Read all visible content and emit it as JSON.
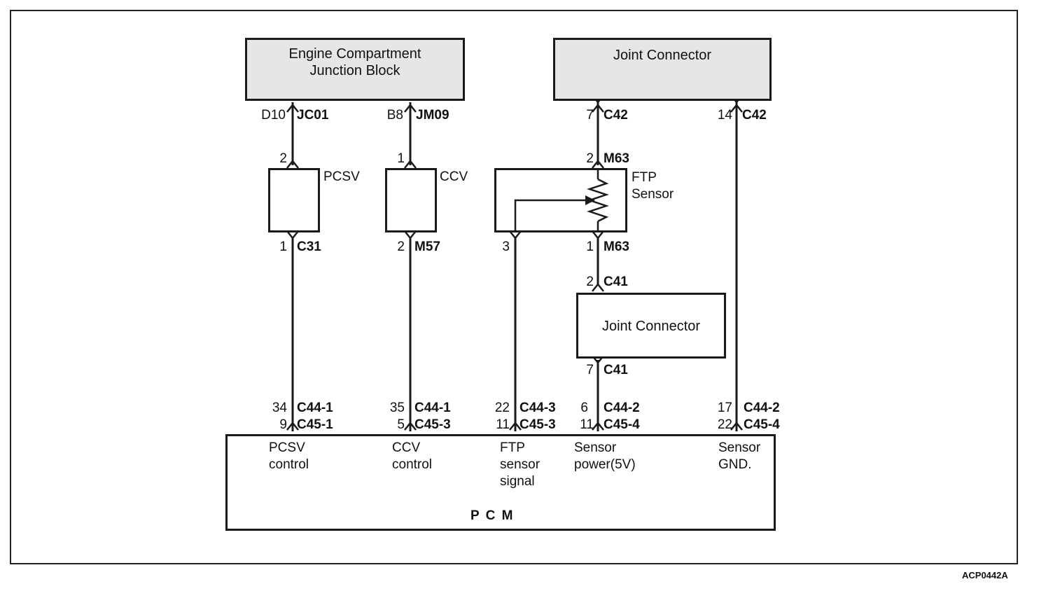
{
  "blocks": {
    "ecjb": "Engine Compartment\nJunction Block",
    "jc_top": "Joint Connector",
    "jc_mid": "Joint Connector",
    "pcm": "P C M"
  },
  "components": {
    "pcsv": "PCSV",
    "ccv": "CCV",
    "ftp": "FTP\nSensor"
  },
  "connectors": {
    "jc01_pin": "D10",
    "jc01": "JC01",
    "jm09_pin": "B8",
    "jm09": "JM09",
    "c42a_pin": "7",
    "c42a": "C42",
    "c42b_pin": "14",
    "c42b": "C42",
    "pcsv_top_pin": "2",
    "ccv_top_pin": "1",
    "m63_top_pin": "2",
    "m63_top": "M63",
    "c31_pin": "1",
    "c31": "C31",
    "m57_pin": "2",
    "m57": "M57",
    "ftp_sig_pin": "3",
    "m63_bot_pin": "1",
    "m63_bot": "M63",
    "c41a_pin": "2",
    "c41a": "C41",
    "c41b_pin": "7",
    "c41b": "C41"
  },
  "pcm_pins": [
    {
      "p1": "34",
      "c1": "C44-1",
      "p2": "9",
      "c2": "C45-1",
      "signal": "PCSV\ncontrol"
    },
    {
      "p1": "35",
      "c1": "C44-1",
      "p2": "5",
      "c2": "C45-3",
      "signal": "CCV\ncontrol"
    },
    {
      "p1": "22",
      "c1": "C44-3",
      "p2": "11",
      "c2": "C45-3",
      "signal": "FTP\nsensor\nsignal"
    },
    {
      "p1": "6",
      "c1": "C44-2",
      "p2": "11",
      "c2": "C45-4",
      "signal": "Sensor\npower(5V)"
    },
    {
      "p1": "17",
      "c1": "C44-2",
      "p2": "22",
      "c2": "C45-4",
      "signal": "Sensor\nGND."
    }
  ],
  "figure_id": "ACP0442A"
}
